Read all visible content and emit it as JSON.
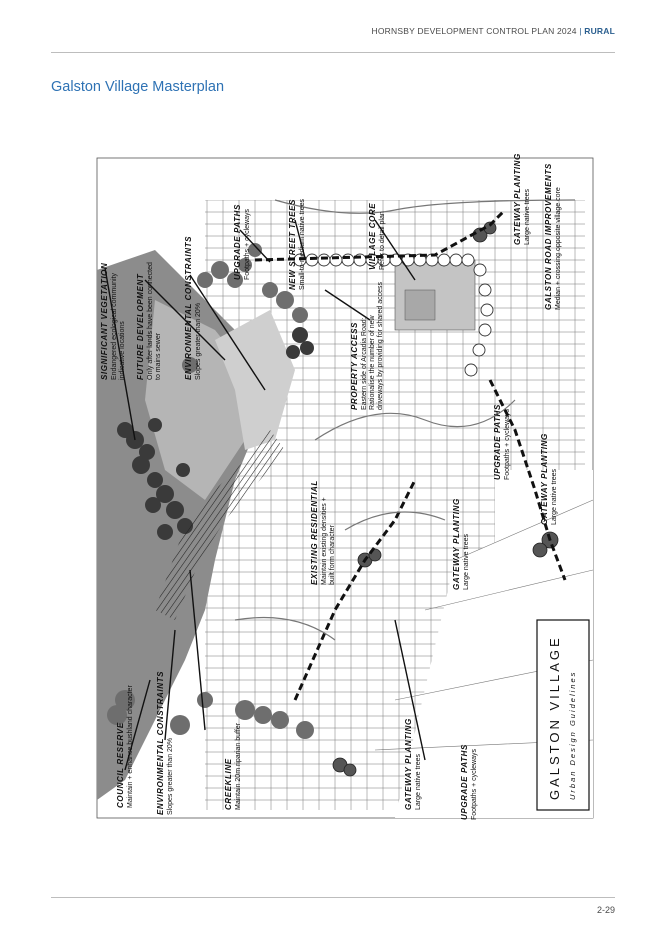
{
  "header": {
    "document": "HORNSBY DEVELOPMENT CONTROL PLAN 2024",
    "separator": "|",
    "section": "RURAL"
  },
  "page_title": "Galston Village Masterplan",
  "map": {
    "title_block": {
      "title": "GALSTON VILLAGE",
      "subtitle": "Urban Design Guidelines"
    },
    "annotations": [
      {
        "heading": "SIGNIFICANT VEGETATION",
        "lines": [
          "Endangered ecological community",
          "indicative locations"
        ]
      },
      {
        "heading": "FUTURE DEVELOPMENT",
        "lines": [
          "Only after lands have been connected",
          "to mains sewer"
        ]
      },
      {
        "heading": "ENVIRONMENTAL CONSTRAINTS",
        "lines": [
          "Slopes greater than 20%"
        ]
      },
      {
        "heading": "UPGRADE PATHS",
        "lines": [
          "Footpaths + cycleways"
        ]
      },
      {
        "heading": "NEW STREET TREES",
        "lines": [
          "Small-to-medium native trees"
        ]
      },
      {
        "heading": "VILLAGE CORE",
        "lines": [
          "Refer to detail plan"
        ]
      },
      {
        "heading": "GATEWAY PLANTING",
        "lines": [
          "Large native trees"
        ]
      },
      {
        "heading": "GALSTON ROAD IMPROVEMENTS",
        "lines": [
          "Median + crossing opposite village core"
        ]
      },
      {
        "heading": "PROPERTY ACCESS",
        "lines": [
          "Eastern side of Arcadia Road:",
          "Rationalise the number of new",
          "driveways by providing for shared access"
        ]
      },
      {
        "heading": "UPGRADE PATHS",
        "lines": [
          "Footpaths + cycleways"
        ]
      },
      {
        "heading": "GATEWAY PLANTING",
        "lines": [
          "Large native trees"
        ]
      },
      {
        "heading": "EXISTING RESIDENTIAL",
        "lines": [
          "Maintain existing densities +",
          "built form character"
        ]
      },
      {
        "heading": "GATEWAY PLANTING",
        "lines": [
          "Large native trees"
        ]
      },
      {
        "heading": "COUNCIL RESERVE",
        "lines": [
          "Maintain + enhance bushland character"
        ]
      },
      {
        "heading": "ENVIRONMENTAL CONSTRAINTS",
        "lines": [
          "Slopes greater than 20%"
        ]
      },
      {
        "heading": "CREEKLINE",
        "lines": [
          "Maintain 20m riparian buffer"
        ]
      },
      {
        "heading": "GATEWAY PLANTING",
        "lines": [
          "Large native trees"
        ]
      },
      {
        "heading": "UPGRADE PATHS",
        "lines": [
          "Footpaths + cycleways"
        ]
      }
    ]
  },
  "footer": {
    "page_number": "2-29"
  },
  "colors": {
    "accent": "#2e72b4",
    "vegetation_dark": "#3a3a3a",
    "vegetation_mid": "#7d7d7d",
    "vegetation_light": "#c8c8c8"
  }
}
